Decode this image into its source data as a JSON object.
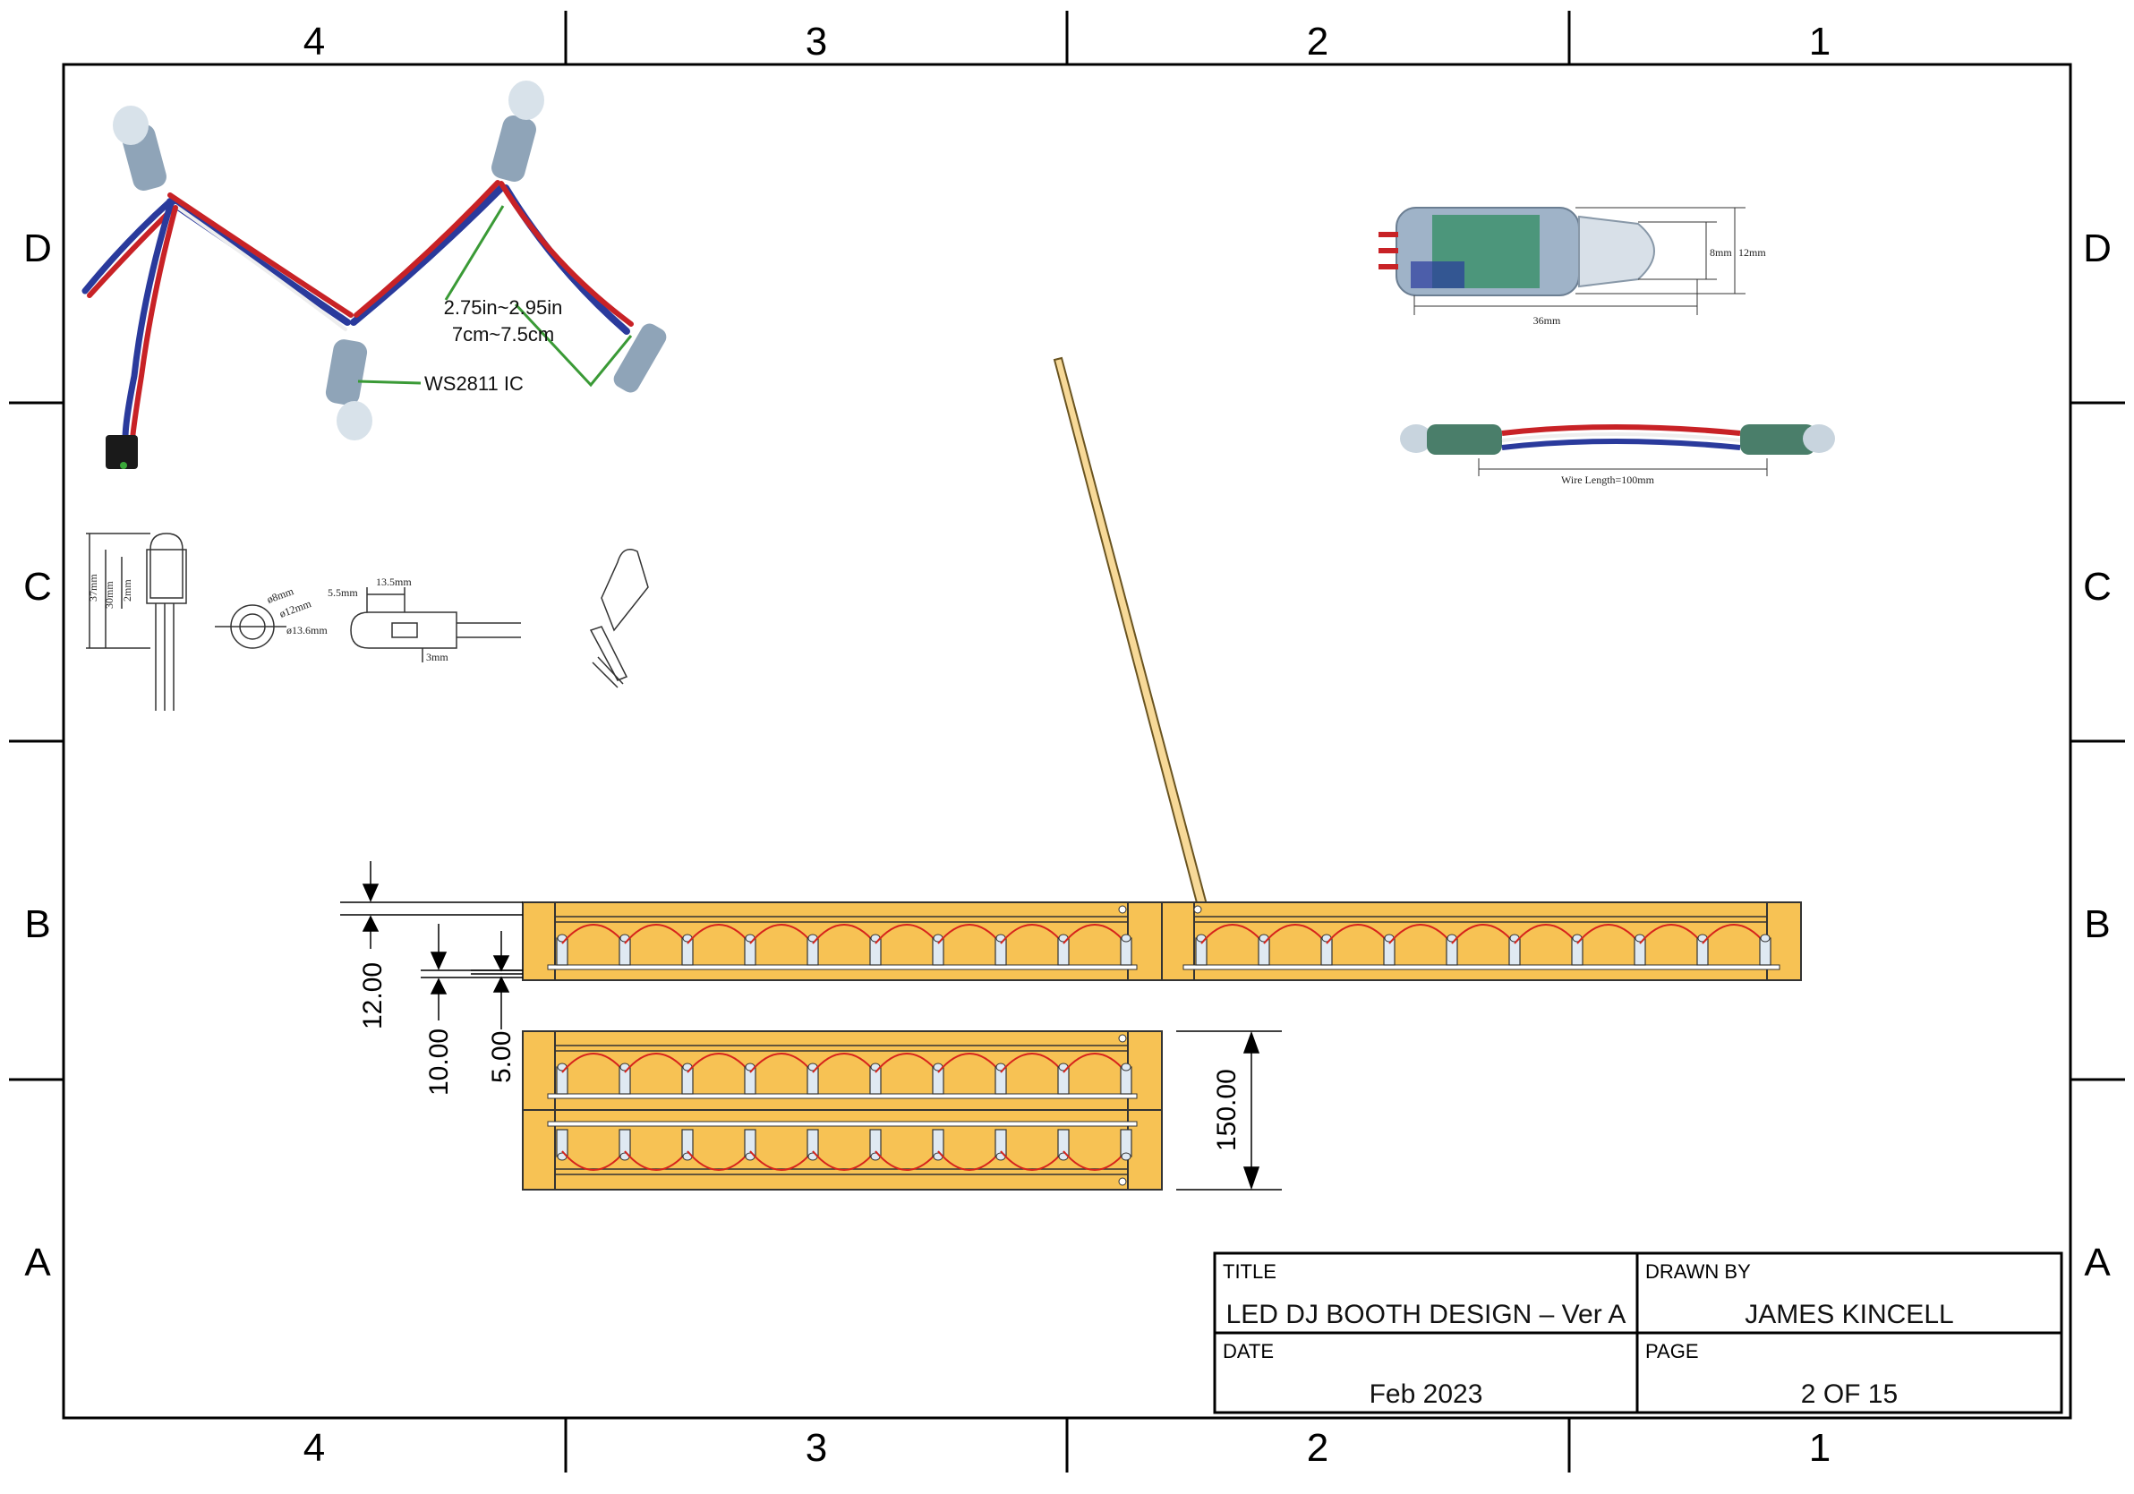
{
  "border": {
    "columns": [
      "4",
      "3",
      "2",
      "1"
    ],
    "rows": [
      "D",
      "C",
      "B",
      "A"
    ]
  },
  "photo": {
    "spacing_in": "2.75in~2.95in",
    "spacing_cm": "7cm~7.5cm",
    "ic_label": "WS2811 IC"
  },
  "module_drawing": {
    "height_label_a": "8mm",
    "height_label_b": "12mm",
    "length_label": "36mm",
    "wire_label": "Wire Length=100mm"
  },
  "side_drawing": {
    "h37": "37mm",
    "h30": "30mm",
    "h2": "2mm",
    "d8": "ø8mm",
    "d12": "ø12mm",
    "d13": "ø13.6mm",
    "w55": "5.5mm",
    "w135": "13.5mm",
    "w3": "3mm"
  },
  "dimensions": {
    "d12": "12.00",
    "d10": "10.00",
    "d5": "5.00",
    "d150": "150.00"
  },
  "title_block": {
    "title_label": "TITLE",
    "title_value": "LED DJ BOOTH DESIGN – Ver A",
    "drawn_label": "DRAWN BY",
    "drawn_value": "JAMES KINCELL",
    "date_label": "DATE",
    "date_value": "Feb 2023",
    "page_label": "PAGE",
    "page_value": "2 OF 15"
  },
  "colors": {
    "panel": "#f7c254",
    "wire": "#d6241c",
    "frame": "#000000"
  }
}
